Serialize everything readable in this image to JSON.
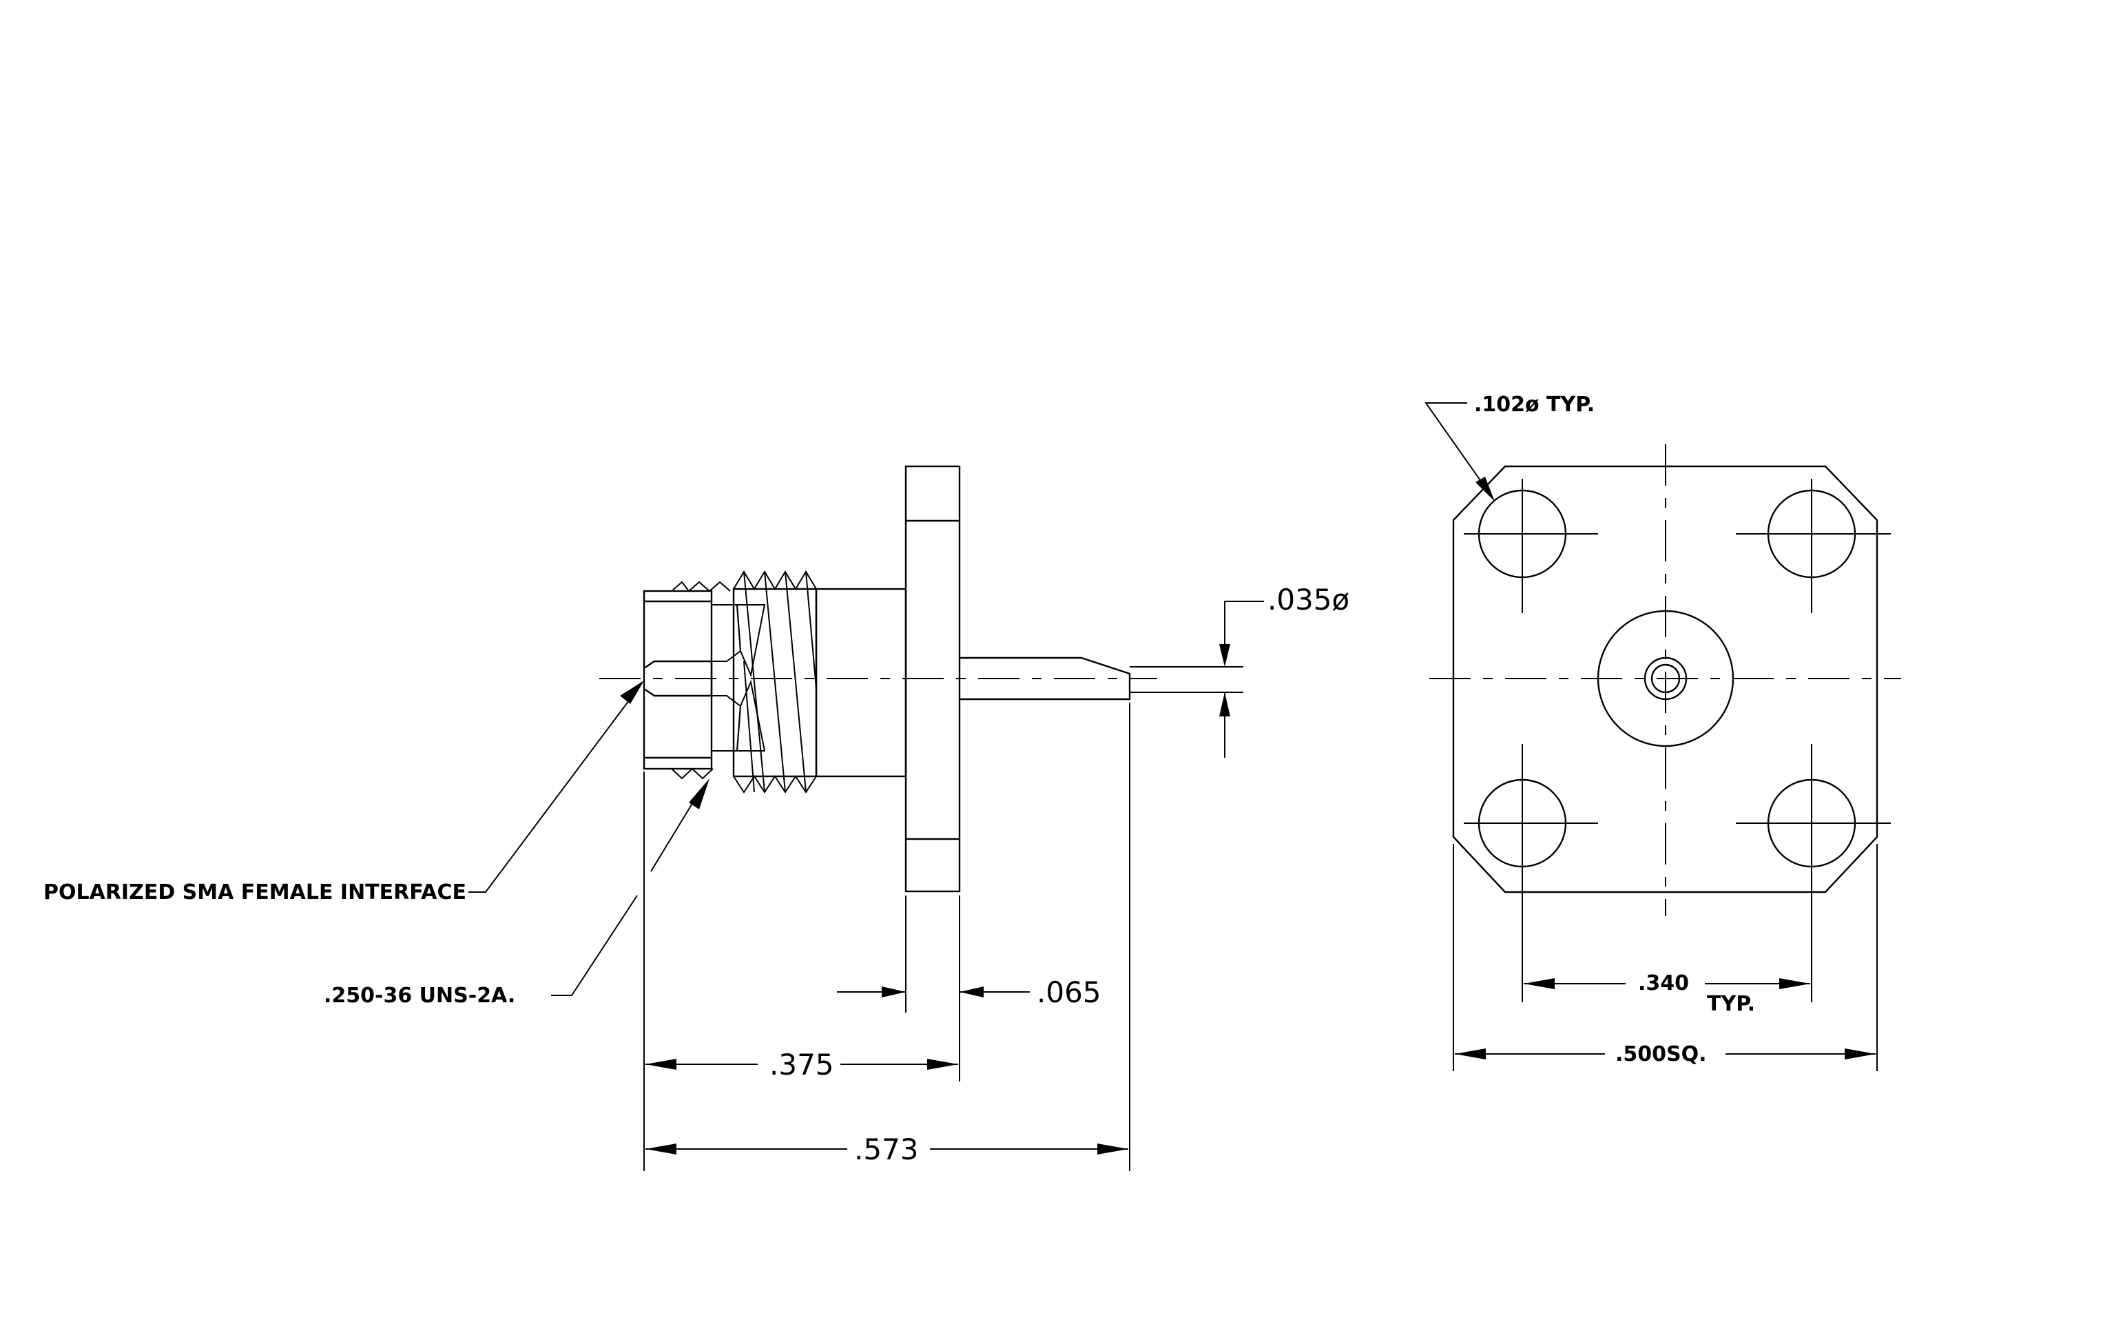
{
  "labels": {
    "interface_note": "POLARIZED SMA FEMALE INTERFACE",
    "thread_note": ".250-36 UNS-2A.",
    "pin_dia": ".035ø",
    "flange_thk": ".065",
    "body_len": ".375",
    "overall_len": ".573",
    "hole_dia": ".102ø TYP.",
    "hole_spacing": ".340",
    "hole_spacing_suffix": "TYP.",
    "flange_size": ".500SQ."
  }
}
